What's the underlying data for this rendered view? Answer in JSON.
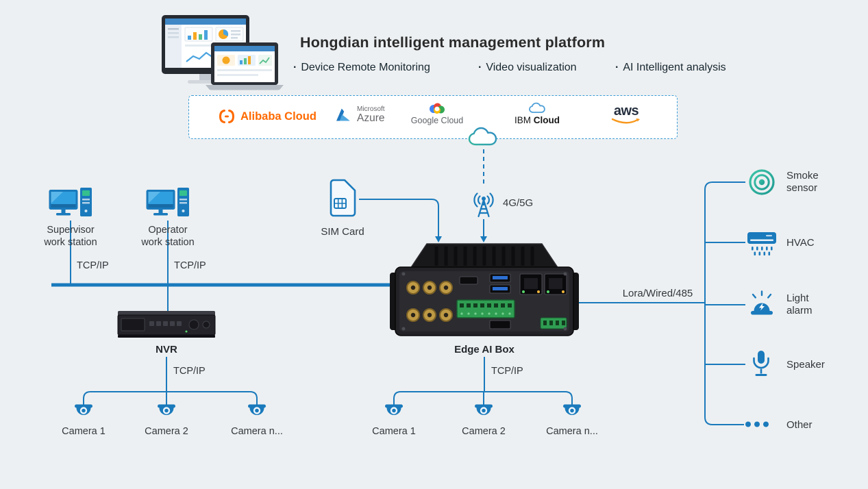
{
  "header": {
    "title": "Hongdian intelligent management platform",
    "features": [
      {
        "bullet": "·",
        "label": "Device Remote Monitoring"
      },
      {
        "bullet": "·",
        "label": "Video visualization"
      },
      {
        "bullet": "·",
        "label": "AI Intelligent analysis"
      }
    ]
  },
  "cloud_providers": {
    "alibaba": {
      "name": "Alibaba Cloud"
    },
    "azure": {
      "company": "Microsoft",
      "product": "Azure"
    },
    "google": {
      "name": "Google Cloud"
    },
    "ibm": {
      "brand": "IBM",
      "product": "Cloud"
    },
    "aws": {
      "name": "aws"
    }
  },
  "connectivity": {
    "cellular_label": "4G/5G",
    "sim_label": "SIM Card",
    "tcp_ip_label": "TCP/IP",
    "lora_label": "Lora/Wired/485"
  },
  "devices": {
    "edge_box_label": "Edge AI Box",
    "nvr_label": "NVR",
    "supervisor_station": {
      "line1": "Supervisor",
      "line2": "work station"
    },
    "operator_station": {
      "line1": "Operator",
      "line2": "work station"
    }
  },
  "nvr_cameras": [
    {
      "label": "Camera 1"
    },
    {
      "label": "Camera 2"
    },
    {
      "label": "Camera n..."
    }
  ],
  "edge_box_cameras": [
    {
      "label": "Camera 1"
    },
    {
      "label": "Camera 2"
    },
    {
      "label": "Camera n..."
    }
  ],
  "peripherals": [
    {
      "label": "Smoke sensor"
    },
    {
      "label": "HVAC"
    },
    {
      "label": "Light alarm"
    },
    {
      "label": "Speaker"
    },
    {
      "label": "Other"
    }
  ],
  "colors": {
    "line_blue": "#1a7abc",
    "teal_accent": "#2fae9e",
    "alibaba_orange": "#ff6a00",
    "aws_orange": "#f7981d",
    "azure_blue": "#2a6fb8"
  }
}
